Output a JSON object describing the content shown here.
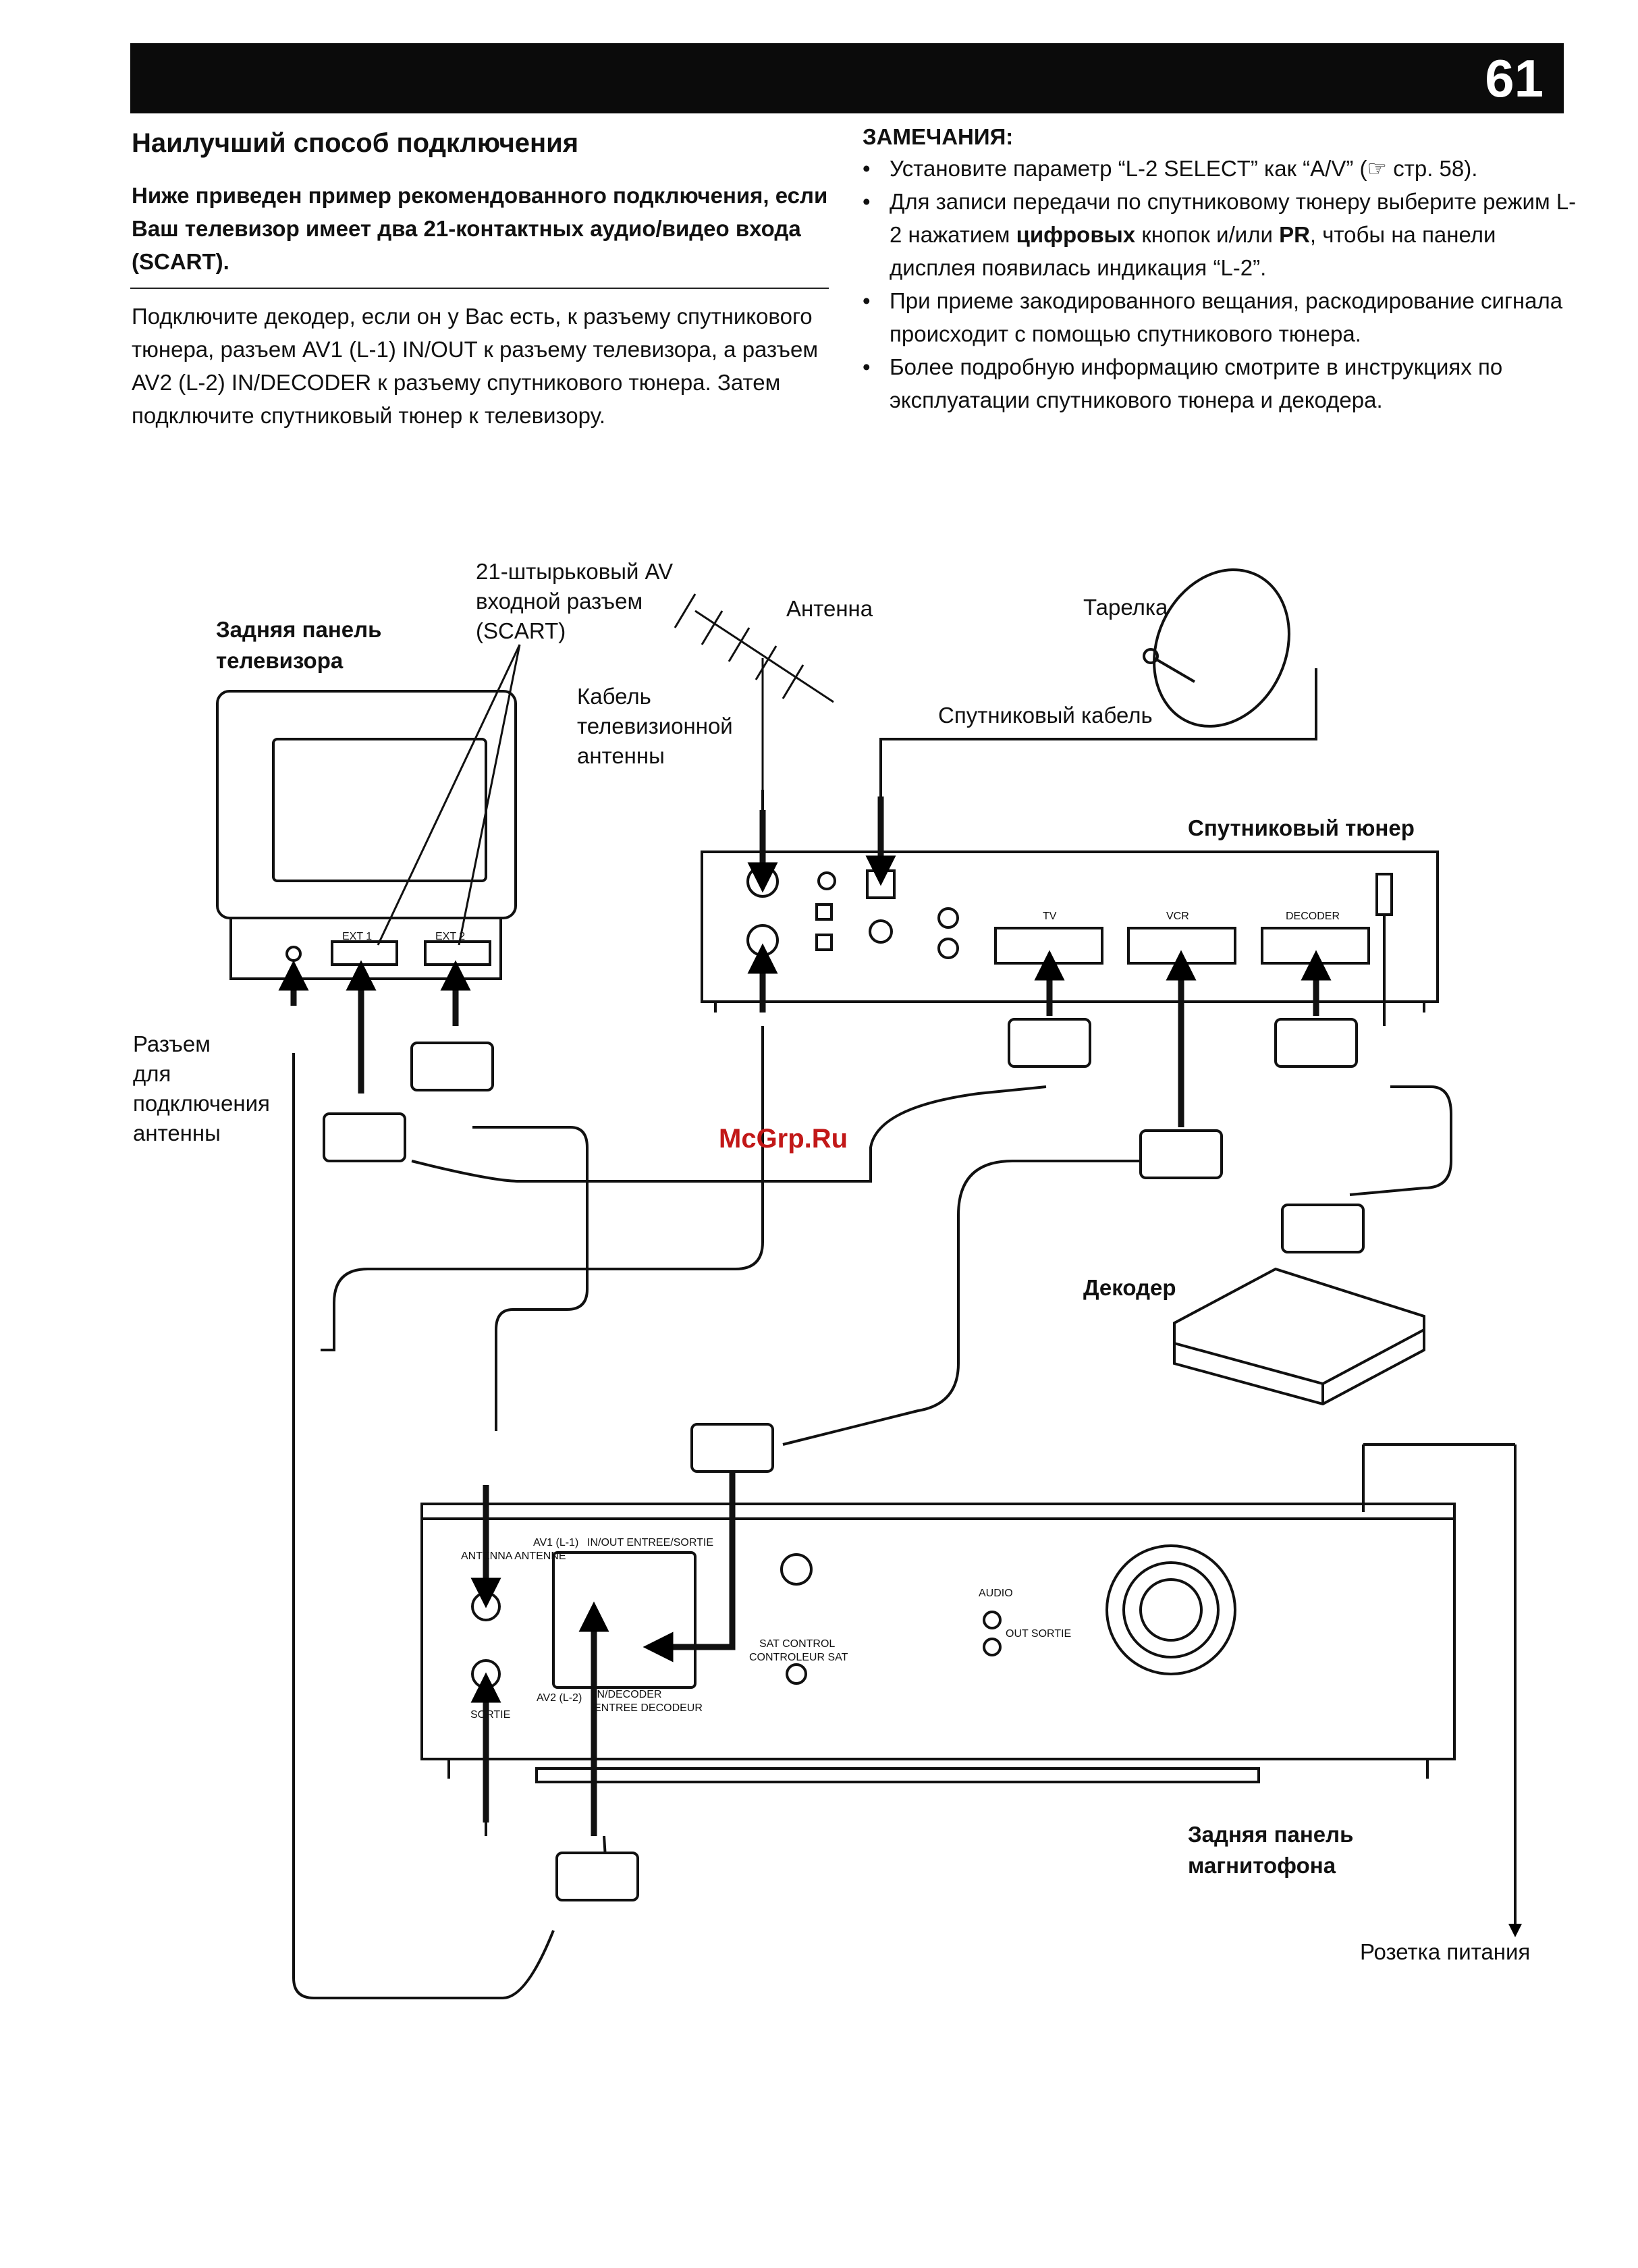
{
  "page_number": "61",
  "section_title": "Наилучший способ подключения",
  "intro_bold": "Ниже приведен пример рекомендованного подключения, если Ваш телевизор имеет два 21-контактных аудио/видео входа (SCART).",
  "intro_text": "Подключите декодер, если он у Вас есть, к разъему спутникового тюнера, разъем AV1 (L-1) IN/OUT к разъему телевизора, а разъем AV2 (L-2) IN/DECODER к разъему спутникового тюнера. Затем подключите спутниковый тюнер к телевизору.",
  "notes": {
    "title": "ЗАМЕЧАНИЯ:",
    "items": [
      {
        "text": "Установите параметр “L-2 SELECT” как “A/V” (☞ стр. 58)."
      },
      {
        "pre": "Для записи передачи по спутниковому тюнеру выберите режим L-2 нажатием ",
        "b1": "цифровых",
        "mid": " кнопок и/или ",
        "b2": "PR",
        "post": ", чтобы на панели дисплея появилась индикация “L-2”."
      },
      {
        "text": "При приеме закодированного вещания, раскодирование сигнала происходит с помощью спутникового тюнера."
      },
      {
        "text": "Более подробную информацию смотрите в инструкциях по эксплуатации спутникового тюнера и декодера."
      }
    ]
  },
  "diagram": {
    "tv_panel_label": "Задняя панель телевизора",
    "scart_label": "21-штырьковый AV входной разъем (SCART)",
    "antenna_label": "Антенна",
    "dish_label": "Тарелка",
    "antenna_cable_label": "Кабель телевизионной антенны",
    "sat_cable_label": "Спутниковый кабель",
    "sat_tuner_label": "Спутниковый тюнер",
    "antenna_socket_label": "Разъем для подключения антенны",
    "decoder_label": "Декодер",
    "vcr_panel_label": "Задняя панель магнитофона",
    "power_label": "Розетка питания",
    "tv_ext1": "EXT 1",
    "tv_ext2": "EXT 2",
    "tuner_tv": "TV",
    "tuner_vcr": "VCR",
    "tuner_decoder": "DECODER",
    "vcr_antenna_in": "ANTENNA ANTENNE",
    "vcr_av1": "AV1 (L-1)",
    "vcr_inout": "IN/OUT ENTREE/SORTIE",
    "vcr_av2": "AV2 (L-2)",
    "vcr_indecoder": "IN/DECODER",
    "vcr_entree_decodeur": "ENTREE DECODEUR",
    "vcr_sat_control": "SAT CONTROL",
    "vcr_controleur_sat": "CONTROLEUR SAT",
    "vcr_audio": "AUDIO",
    "vcr_out": "OUT SORTIE",
    "vcr_sortie": "SORTIE",
    "watermark": "McGrp.Ru"
  }
}
